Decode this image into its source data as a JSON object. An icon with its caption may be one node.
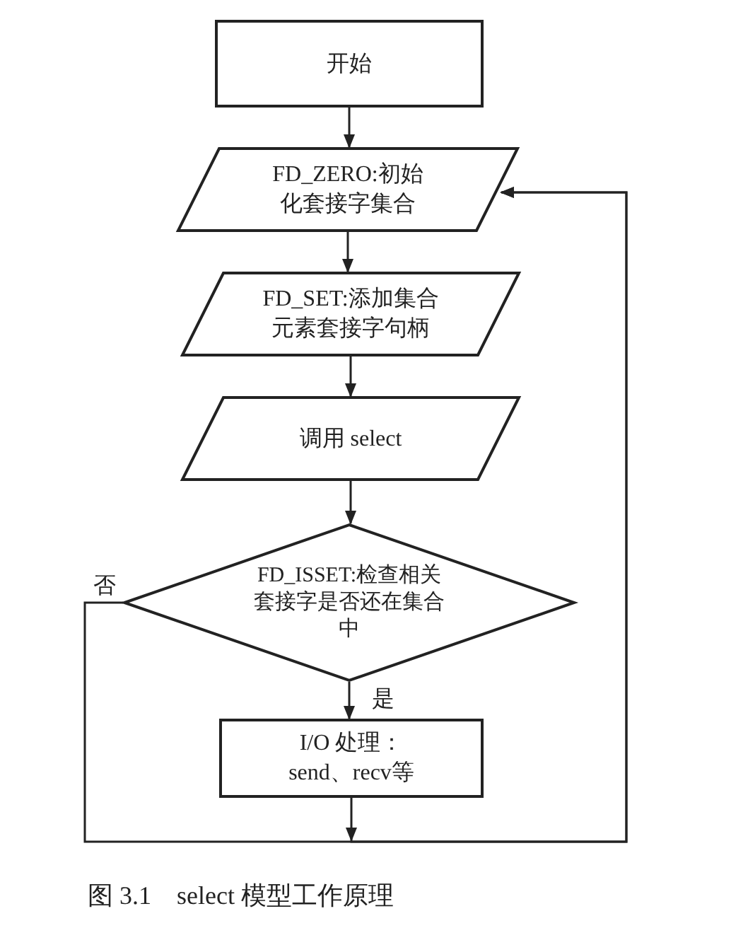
{
  "diagram": {
    "caption": "图 3.1　select 模型工作原理",
    "nodes": [
      {
        "text": [
          "开始"
        ]
      },
      {
        "text": [
          "FD_ZERO:初始化套接字集合"
        ]
      },
      {
        "text": [
          "FD_SET:添加集合元素套接字句柄"
        ]
      },
      {
        "text": [
          "调用 select"
        ]
      },
      {
        "text": [
          "FD_ISSET:检查相关套接字是否还在集合中"
        ]
      },
      {
        "text": [
          "I/O 处理：send、recv等"
        ]
      }
    ],
    "edges": [
      {
        "from": 0,
        "to": 1,
        "arrow": "to"
      },
      {
        "from": 1,
        "to": 2,
        "arrow": "to"
      },
      {
        "from": 2,
        "to": 3,
        "arrow": "to"
      },
      {
        "from": 3,
        "to": 4,
        "arrow": "to"
      },
      {
        "from": 4,
        "to": 5,
        "arrow": "to",
        "label": "是"
      },
      {
        "from": 4,
        "to": 1,
        "arrow": "to",
        "label": "否"
      },
      {
        "from": 5,
        "to": 1,
        "arrow": "to"
      }
    ]
  }
}
